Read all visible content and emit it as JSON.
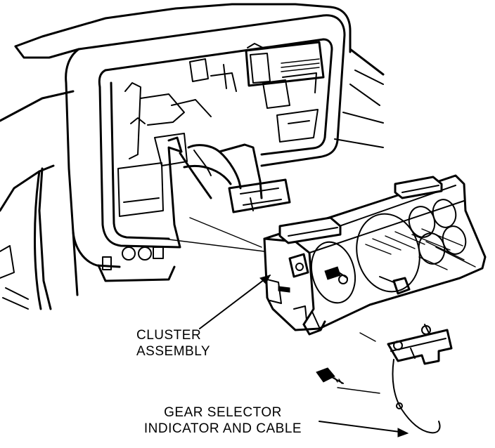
{
  "callouts": {
    "cluster": {
      "line1": "CLUSTER",
      "line2": "ASSEMBLY"
    },
    "gear": {
      "line1": "GEAR SELECTOR",
      "line2": "INDICATOR AND CABLE"
    }
  },
  "colors": {
    "ink": "#000000",
    "paper": "#ffffff"
  }
}
